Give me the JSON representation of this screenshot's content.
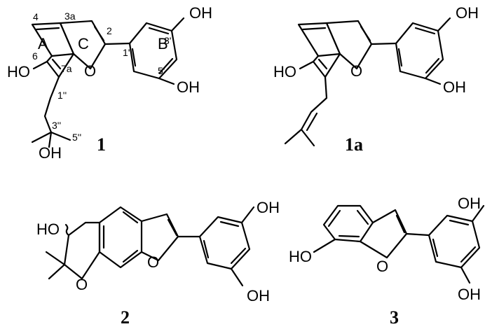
{
  "compounds": [
    {
      "id": "1",
      "labels": {
        "oh_top": "OH",
        "oh_right": "OH",
        "ho_left": "HO",
        "oh_bottom": "OH",
        "o_ring": "O",
        "ring_a": "A",
        "ring_b": "B",
        "ring_c": "C",
        "n4": "4",
        "n3a": "3a",
        "n2": "2",
        "n1p": "1'",
        "n3p": "3'",
        "n5p": "5'",
        "n6": "6",
        "n7a": "7a",
        "n1pp": "1''",
        "n3pp": "3''",
        "n5pp": "5''"
      }
    },
    {
      "id": "1a",
      "labels": {
        "oh_top": "OH",
        "oh_right": "OH",
        "ho_left": "HO",
        "o_ring": "O"
      }
    },
    {
      "id": "2",
      "labels": {
        "oh_top": "OH",
        "oh_right": "OH",
        "ho_left": "HO",
        "o_pyran": "O",
        "o_ring": "O"
      }
    },
    {
      "id": "3",
      "labels": {
        "oh_top": "OH",
        "oh_right": "OH",
        "ho_left": "HO",
        "o_ring": "O"
      }
    }
  ]
}
